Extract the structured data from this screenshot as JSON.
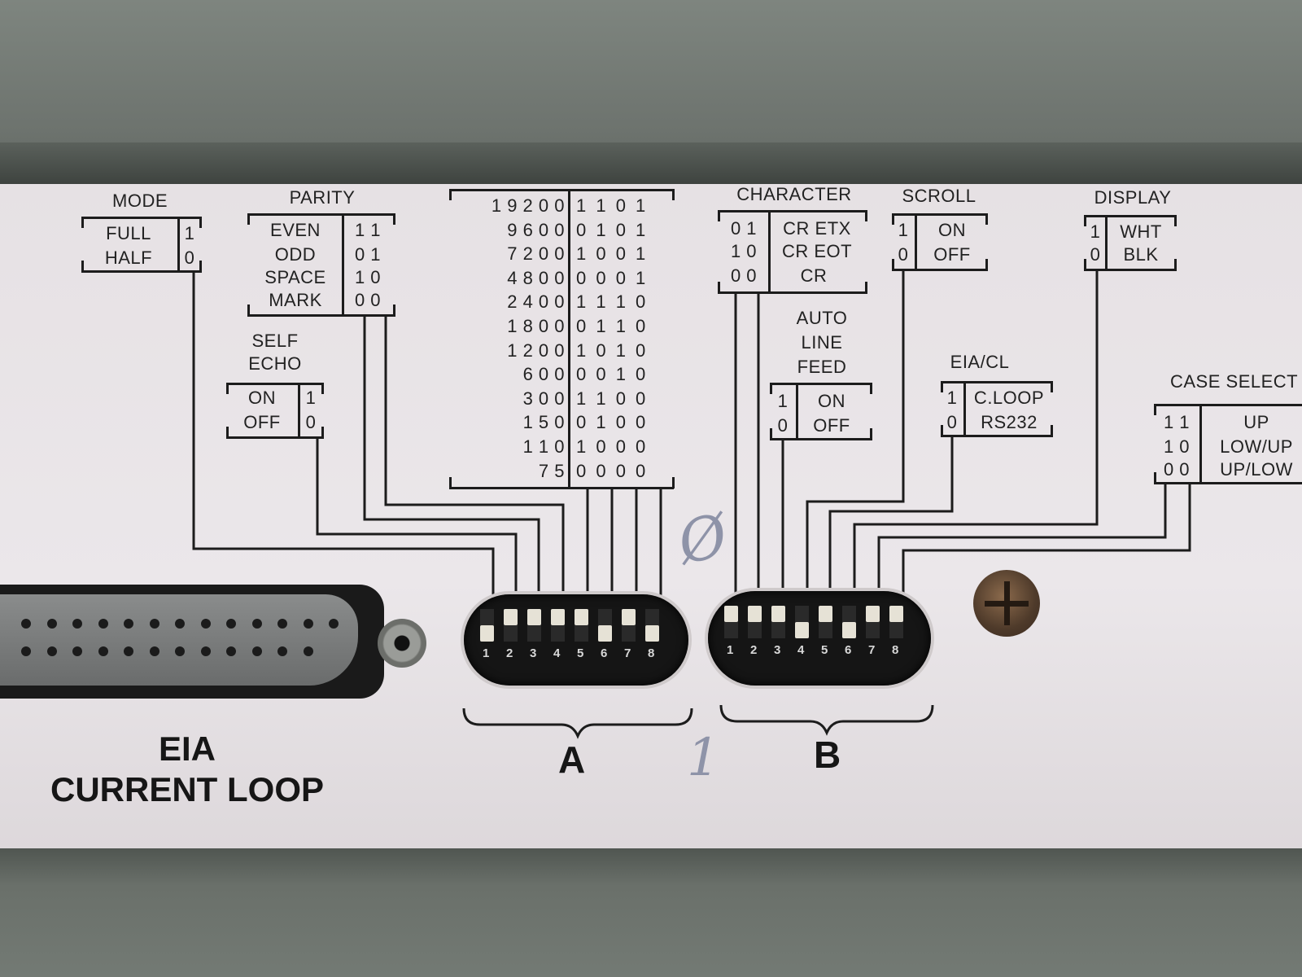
{
  "mode": {
    "title": "MODE",
    "opts": [
      {
        "label": "FULL",
        "code": "1"
      },
      {
        "label": "HALF",
        "code": "0"
      }
    ]
  },
  "parity": {
    "title": "PARITY",
    "opts": [
      {
        "label": "EVEN",
        "code": "1 1"
      },
      {
        "label": "ODD",
        "code": "0 1"
      },
      {
        "label": "SPACE",
        "code": "1 0"
      },
      {
        "label": "MARK",
        "code": "0 0"
      }
    ]
  },
  "self_echo": {
    "title_1": "SELF",
    "title_2": "ECHO",
    "opts": [
      {
        "label": "ON",
        "code": "1"
      },
      {
        "label": "OFF",
        "code": "0"
      }
    ]
  },
  "baud": {
    "rows": [
      {
        "rate": "1 9 2 0 0",
        "code": "1 1 0 1"
      },
      {
        "rate": "9 6 0 0",
        "code": "0 1 0 1"
      },
      {
        "rate": "7 2 0 0",
        "code": "1 0 0 1"
      },
      {
        "rate": "4 8 0 0",
        "code": "0 0 0 1"
      },
      {
        "rate": "2 4 0 0",
        "code": "1 1 1 0"
      },
      {
        "rate": "1 8 0 0",
        "code": "0 1 1 0"
      },
      {
        "rate": "1 2 0 0",
        "code": "1 0 1 0"
      },
      {
        "rate": "6 0 0",
        "code": "0 0 1 0"
      },
      {
        "rate": "3 0 0",
        "code": "1 1 0 0"
      },
      {
        "rate": "1 5 0",
        "code": "0 1 0 0"
      },
      {
        "rate": "1 1 0",
        "code": "1 0 0 0"
      },
      {
        "rate": "7 5",
        "code": "0 0 0 0"
      }
    ]
  },
  "character": {
    "title": "CHARACTER",
    "opts": [
      {
        "code": "0 1",
        "label": "CR ETX"
      },
      {
        "code": "1 0",
        "label": "CR EOT"
      },
      {
        "code": "0 0",
        "label": "CR"
      }
    ]
  },
  "auto_line_feed": {
    "title_1": "AUTO",
    "title_2": "LINE",
    "title_3": "FEED",
    "opts": [
      {
        "code": "1",
        "label": "ON"
      },
      {
        "code": "0",
        "label": "OFF"
      }
    ]
  },
  "scroll": {
    "title": "SCROLL",
    "opts": [
      {
        "code": "1",
        "label": "ON"
      },
      {
        "code": "0",
        "label": "OFF"
      }
    ]
  },
  "eia_cl": {
    "title": "EIA/CL",
    "opts": [
      {
        "code": "1",
        "label": "C.LOOP"
      },
      {
        "code": "0",
        "label": "RS232"
      }
    ]
  },
  "display": {
    "title": "DISPLAY",
    "opts": [
      {
        "code": "1",
        "label": "WHT"
      },
      {
        "code": "0",
        "label": "BLK"
      }
    ]
  },
  "case_select": {
    "title": "CASE SELECT",
    "opts": [
      {
        "code": "1 1",
        "label": "UP"
      },
      {
        "code": "1 0",
        "label": "LOW/UP"
      },
      {
        "code": "0 0",
        "label": "UP/LOW"
      }
    ]
  },
  "dip_a": {
    "label": "A",
    "numbers": [
      "1",
      "2",
      "3",
      "4",
      "5",
      "6",
      "7",
      "8"
    ],
    "positions": [
      "down",
      "up",
      "up",
      "up",
      "up",
      "down",
      "up",
      "down"
    ]
  },
  "dip_b": {
    "label": "B",
    "numbers": [
      "1",
      "2",
      "3",
      "4",
      "5",
      "6",
      "7",
      "8"
    ],
    "positions": [
      "up",
      "up",
      "up",
      "down",
      "up",
      "down",
      "up",
      "up"
    ]
  },
  "connector_label": {
    "line1": "EIA",
    "line2": "CURRENT LOOP"
  },
  "pencil_marks": {
    "zero": "Ø",
    "one": "1"
  },
  "colors": {
    "panel": "#e8e4e7",
    "case": "#6f7670",
    "ink": "#1c1c1c",
    "dip_body": "#151515",
    "switch_knob": "#e6e2d6"
  }
}
